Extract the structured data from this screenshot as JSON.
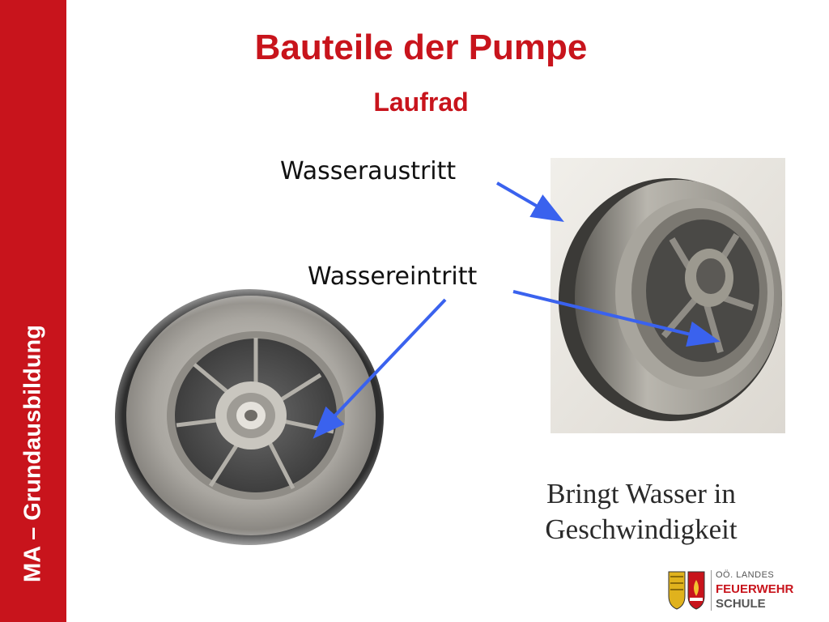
{
  "slide": {
    "title": "Bauteile der Pumpe",
    "subtitle": "Laufrad",
    "sidebar_label": "MA – Grundausbildung",
    "labels": {
      "water_outlet": "Wasseraustritt",
      "water_inlet": "Wassereintritt"
    },
    "caption_line1": "Bringt Wasser in",
    "caption_line2": "Geschwindigkeit"
  },
  "logo": {
    "line1": "OÖ. LANDES",
    "line2": "FEUERWEHR",
    "line3": "SCHULE"
  },
  "colors": {
    "accent": "#c8141c",
    "arrow": "#3a62ee",
    "background": "#ffffff"
  },
  "images": {
    "left": "impeller-front-view-photo",
    "right": "impeller-side-view-photo"
  }
}
